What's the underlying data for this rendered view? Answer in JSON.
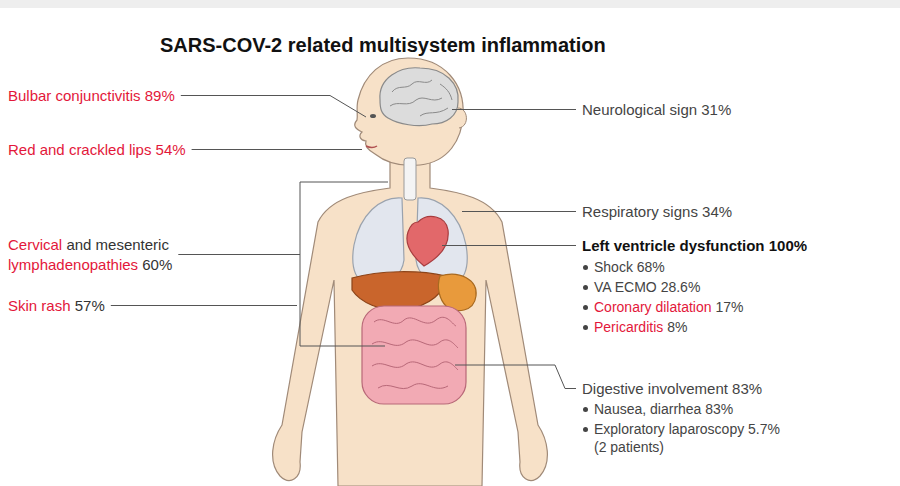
{
  "diagram": {
    "title": "SARS-COV-2 related multisystem inflammation",
    "labels": [
      "Bulbar conjunctivitis 89%",
      "Red and crackled lips 54%",
      "Cervical",
      "and mesenteric",
      "lymphadenopathies",
      "60%",
      "Skin rash",
      "57%",
      "Neurological sign 31%",
      "Respiratory signs 34%",
      "Left ventricle dysfunction 100%",
      "Shock 68%",
      "VA ECMO 28.6%",
      "Coronary dilatation",
      "17%",
      "Pericarditis",
      "8%",
      "Digestive involvement 83%",
      "Nausea, diarrhea 83%",
      "Exploratory laparoscopy 5.7% (2 patients)"
    ]
  }
}
